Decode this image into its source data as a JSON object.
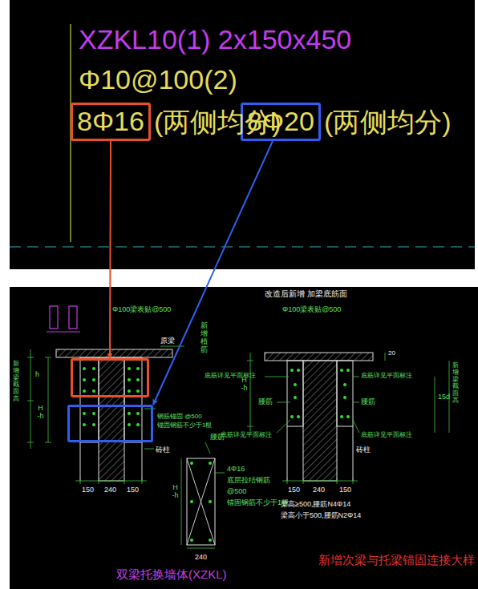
{
  "diagram": {
    "nodes": [
      {
        "text": [
          "8Φ16"
        ]
      },
      {
        "text": [
          "8Φ20"
        ]
      },
      {
        "text": []
      },
      {
        "text": []
      }
    ],
    "edges": [
      {
        "from": 0,
        "to": 2,
        "arrow": "to"
      },
      {
        "from": 1,
        "to": 3,
        "arrow": "to"
      }
    ],
    "labels": [
      "XZKL10(1) 2x150x450",
      "Φ10@100(2)",
      "(两侧均分)",
      "(两侧均分)",
      "改造后新增 加梁底筋面",
      "Φ100梁表贴@500",
      "Φ100梁表贴@500",
      "新增植筋",
      "原梁",
      "钢筋锚固 @500",
      "锚固钢筋不少于1根",
      "砖柱",
      "新增梁截面高",
      "h",
      "H-h",
      "150",
      "240",
      "150",
      "腰筋",
      "4Φ16",
      "底层拉结钢筋",
      "@500",
      "锚固钢筋不少于1根",
      "H-h",
      "240",
      "底筋详见平面标注",
      "底筋详见平面标注",
      "腰筋",
      "腰筋",
      "底筋详见平面标注",
      "底筋详见平面标注",
      "砖柱",
      "H-h",
      "150",
      "240",
      "150",
      "梁高≥500,腰筋N4Φ14",
      "梁高小于500,腰筋N2Φ14",
      "20",
      "15d",
      "新增梁截面高",
      "双梁托换墙体(XZKL)",
      "新增次梁与托梁锚固连接大样"
    ]
  }
}
